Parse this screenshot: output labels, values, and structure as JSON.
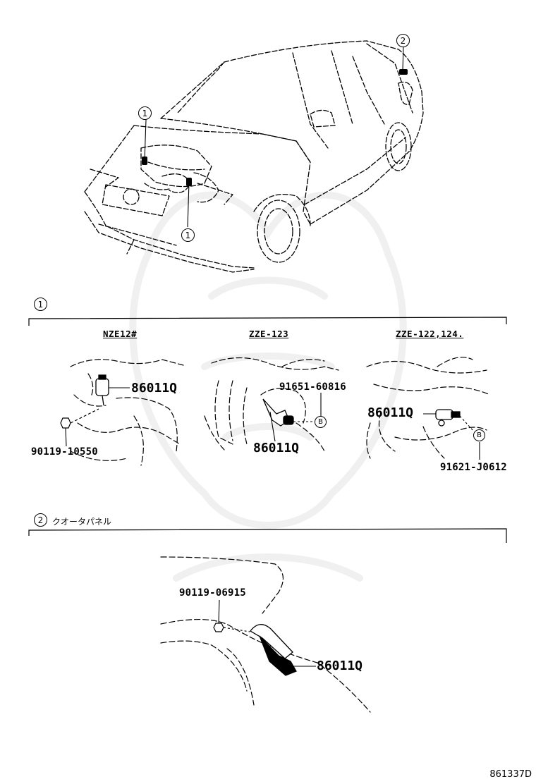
{
  "callouts": {
    "one": "1",
    "two": "2",
    "bolt": "B"
  },
  "section1": {
    "number": "1",
    "variants": [
      "NZE12#",
      "ZZE-123",
      "ZZE-122,124."
    ],
    "parts": {
      "nze_sensor": "86011Q",
      "nze_bolt": "90119-10550",
      "zze123_bolt": "91651-60816",
      "zze123_sensor": "86011Q",
      "zze122_sensor": "86011Q",
      "zze122_bolt": "91621-J0612"
    }
  },
  "section2": {
    "number": "2",
    "title": "クオータパネル",
    "parts": {
      "bolt": "90119-06915",
      "sensor": "86011Q"
    }
  },
  "diagram_code": "861337D"
}
